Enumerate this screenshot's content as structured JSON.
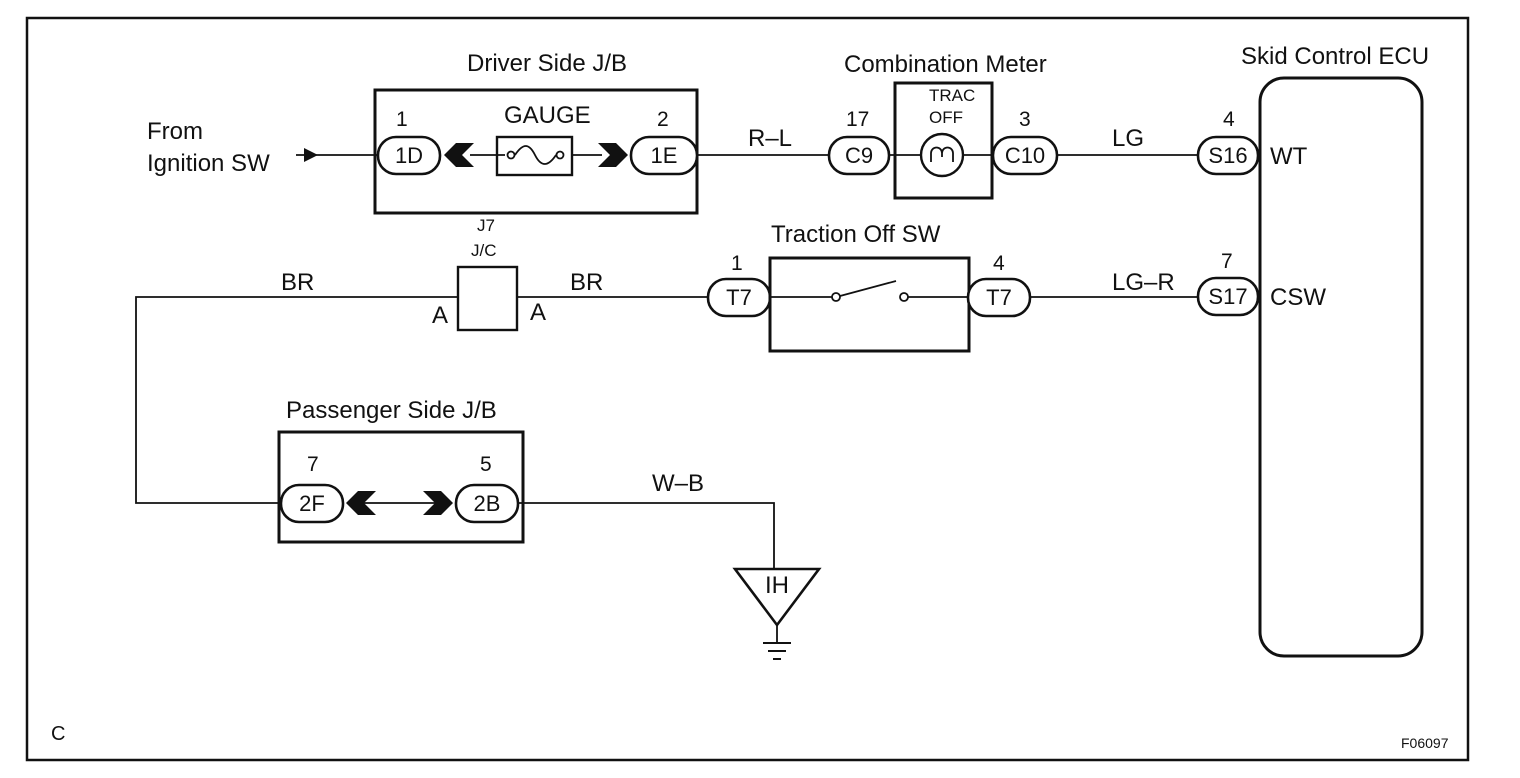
{
  "figure_label": "C",
  "figure_id": "F06097",
  "source": {
    "line1": "From",
    "line2": "Ignition SW"
  },
  "driver_jb": {
    "title": "Driver Side J/B",
    "fuse": "GAUGE",
    "pin_left": "1",
    "conn_left": "1D",
    "pin_right": "2",
    "conn_right": "1E"
  },
  "wire_r_l": "R–L",
  "combination_meter": {
    "title": "Combination Meter",
    "indicator_line1": "TRAC",
    "indicator_line2": "OFF",
    "pin_left": "17",
    "conn_left": "C9",
    "pin_right": "3",
    "conn_right": "C10"
  },
  "wire_lg": "LG",
  "ecu": {
    "title": "Skid Control ECU",
    "pin_wt": "4",
    "conn_wt": "S16",
    "term_wt": "WT",
    "pin_csw": "7",
    "conn_csw": "S17",
    "term_csw": "CSW"
  },
  "jc": {
    "line1": "J7",
    "line2": "J/C",
    "term_left": "A",
    "term_right": "A"
  },
  "wire_br_left": "BR",
  "wire_br_right": "BR",
  "traction_sw": {
    "title": "Traction Off SW",
    "pin_left": "1",
    "conn_left": "T7",
    "pin_right": "4",
    "conn_right": "T7"
  },
  "wire_lg_r": "LG–R",
  "passenger_jb": {
    "title": "Passenger Side J/B",
    "pin_left": "7",
    "conn_left": "2F",
    "pin_right": "5",
    "conn_right": "2B"
  },
  "wire_w_b": "W–B",
  "ground": "IH"
}
